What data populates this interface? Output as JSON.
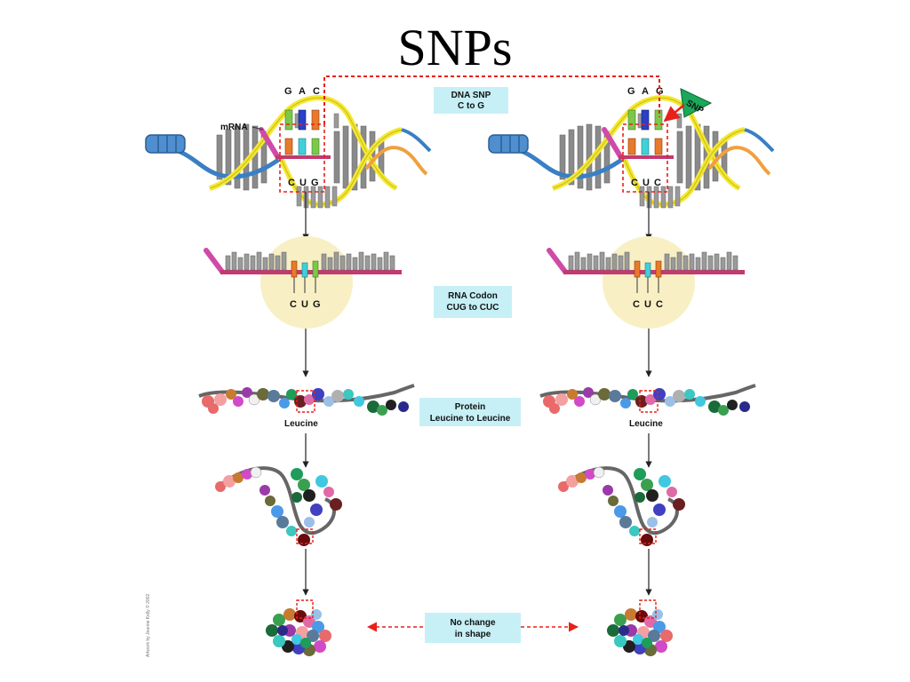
{
  "slide": {
    "title": "SNPs"
  },
  "labels": {
    "mrna": "mRNA",
    "snp_tag": "SNP",
    "dna_box": {
      "line1": "DNA SNP",
      "line2": "C to G"
    },
    "rna_box": {
      "line1": "RNA Codon",
      "line2": "CUG to CUC"
    },
    "protein_box": {
      "line1": "Protein",
      "line2": "Leucine to Leucine"
    },
    "shape_box": {
      "line1": "No change",
      "line2": "in shape"
    },
    "leucine_left": "Leucine",
    "leucine_right": "Leucine",
    "credit": "Artwork by Jeanne Kelly © 2002"
  },
  "left_dna_bases": [
    "G",
    "A",
    "C"
  ],
  "left_rna_bases": [
    "C",
    "U",
    "G"
  ],
  "left_codon": [
    "C",
    "U",
    "G"
  ],
  "right_dna_bases": [
    "G",
    "A",
    "G"
  ],
  "right_rna_bases": [
    "C",
    "U",
    "C"
  ],
  "right_codon": [
    "C",
    "U",
    "C"
  ],
  "colors": {
    "box_fill": "#c6f0f6",
    "dashed_red": "#e8201a",
    "helix_yellow": "#f4e830",
    "helix_blue": "#3a7fc4",
    "rungs_gray": "#8a8a8a",
    "mrna_magenta": "#d04aa8",
    "snp_green": "#1aa85a",
    "codon_circle": "#f8f0c4"
  }
}
